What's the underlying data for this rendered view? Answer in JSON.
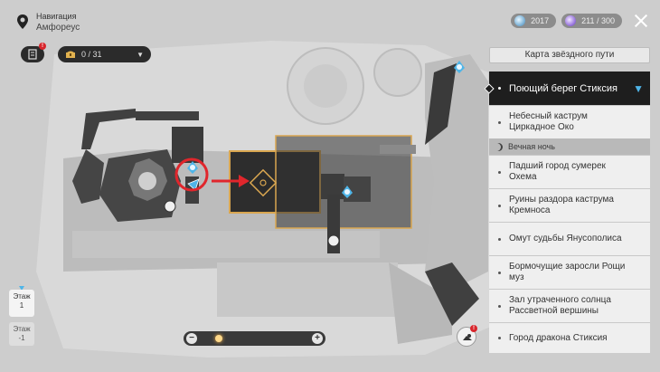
{
  "nav": {
    "title": "Навигация",
    "subtitle": "Амфореус"
  },
  "chest_counter": "0 / 31",
  "currency": {
    "stellar_jade": "2017",
    "trailblaze_power": "211 / 300"
  },
  "star_map_button": "Карта звёздного пути",
  "locations": [
    {
      "label": "Поющий берег Стиксия",
      "active": true
    },
    {
      "label": "Небесный каструм Циркадное Око",
      "active": false
    }
  ],
  "section_label": "Вечная ночь",
  "locations2": [
    {
      "label": "Падший город сумерек Охема"
    },
    {
      "label": "Руины раздора каструма Кремноса"
    },
    {
      "label": "Омут судьбы Янусополиса"
    },
    {
      "label": "Бормочущие заросли Рощи муз"
    },
    {
      "label": "Зал утраченного солнца Рассветной вершины"
    },
    {
      "label": "Город дракона Стиксия"
    }
  ],
  "floors": {
    "floor1_a": "Этаж",
    "floor1_b": "1",
    "floor2_a": "Этаж",
    "floor2_b": "-1"
  },
  "zoom_level": 0.15,
  "colors": {
    "accent_blue": "#4fb5e8",
    "highlight_red": "#e0262c",
    "room_border": "#d9a650"
  }
}
